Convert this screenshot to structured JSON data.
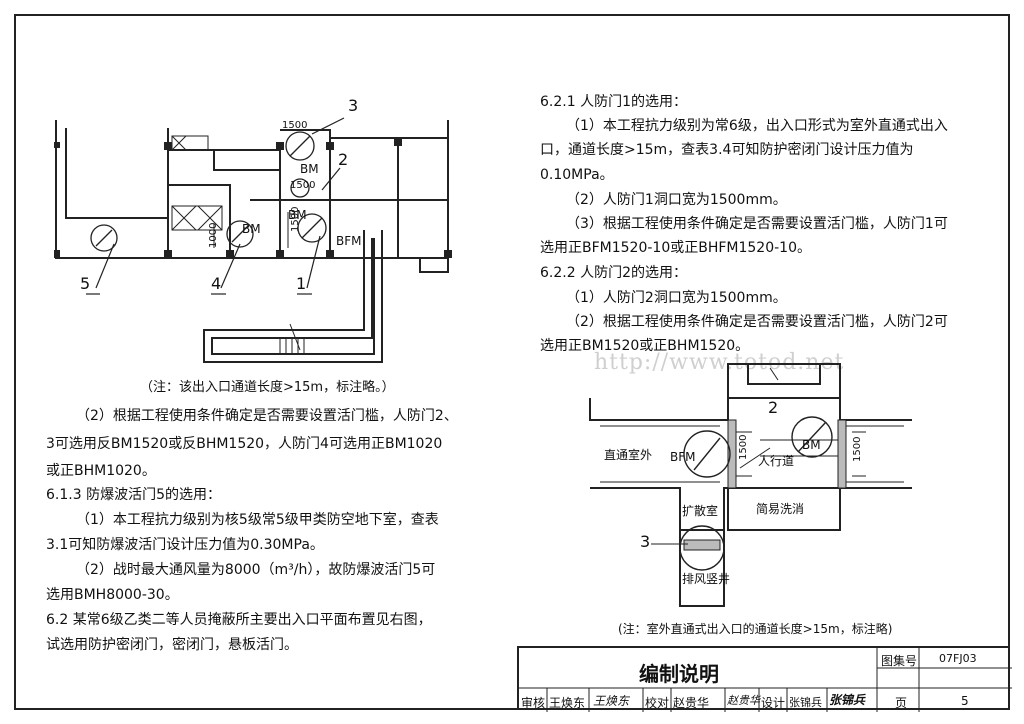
{
  "left_diagram": {
    "marker_1": "1",
    "marker_2": "2",
    "marker_3": "3",
    "marker_4": "4",
    "marker_5": "5",
    "label_1500_top": "1500",
    "label_bm_upper": "BM",
    "label_1500_mid": "1500",
    "label_bm_lower": "BM",
    "label_1500_vert": "1500",
    "label_bfm": "BFM",
    "label_1000": "1000",
    "label_bm_left": "BM",
    "caption": "（注：该出入口通道长度>15m，标注略。）"
  },
  "left_text": {
    "p1": "（2）根据工程使用条件确定是否需要设置活门槛，人防门2、",
    "p2": "3可选用反BM1520或反BHM1520，人防门4可选用正BM1020",
    "p3": "或正BHM1020。",
    "h1": "6.1.3  防爆波活门5的选用：",
    "p4": "（1）本工程抗力级别为核5级常5级甲类防空地下室，查表",
    "p5": "3.1可知防爆波活门设计压力值为0.30MPa。",
    "p6": "（2）战时最大通风量为8000（m³/h），故防爆波活门5可",
    "p7": "选用BMH8000-30。",
    "h2": "6.2  某常6级乙类二等人员掩蔽所主要出入口平面布置见右图，",
    "p8": "试选用防护密闭门，密闭门，悬板活门。"
  },
  "right_text": {
    "h1": "6.2.1  人防门1的选用：",
    "p1": "（1）本工程抗力级别为常6级，出入口形式为室外直通式出入",
    "p2": "口，通道长度>15m，查表3.4可知防护密闭门设计压力值为",
    "p3": "0.10MPa。",
    "p4": "（2）人防门1洞口宽为1500mm。",
    "p5": "（3）根据工程使用条件确定是否需要设置活门槛，人防门1可",
    "p6": "选用正BFM1520-10或正BHFM1520-10。",
    "h2": "6.2.2  人防门2的选用：",
    "p7": "（1）人防门2洞口宽为1500mm。",
    "p8": "（2）根据工程使用条件确定是否需要设置活门槛，人防门2可",
    "p9": "选用正BM1520或正BHM1520。"
  },
  "watermark": "http://www.totod.net",
  "right_diagram": {
    "marker_2": "2",
    "marker_3": "3",
    "label_outside": "直通室外",
    "label_bfm": "BFM",
    "label_1500_a": "1500",
    "label_walkway": "人行道",
    "label_bm": "BM",
    "label_1500_b": "1500",
    "label_expansion": "扩散室",
    "label_decon": "简易洗消",
    "label_exhaust": "排风竖井",
    "caption": "(注：室外直通式出入口的通道长度>15m，标注略)"
  },
  "title_block": {
    "title": "编制说明",
    "atlas_label": "图集号",
    "atlas_no": "07FJ03",
    "review_label": "审核",
    "review_name": "王焕东",
    "review_sign": "王焕东",
    "check_label": "校对",
    "check_name": "赵贵华",
    "check_sign": "赵贵华",
    "design_label": "设计",
    "design_name": "张锦兵",
    "design_sign": "张锦兵",
    "page_label": "页",
    "page_no": "5"
  }
}
